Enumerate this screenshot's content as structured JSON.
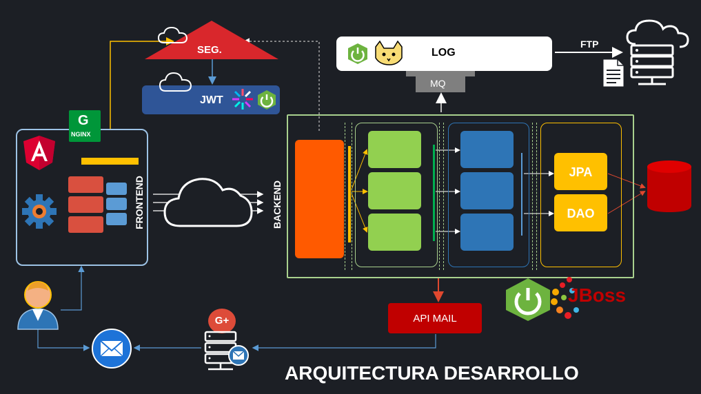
{
  "diagram": {
    "title": "ARQUITECTURA DESARROLLO",
    "security": {
      "label": "SEG.",
      "jwt_label": "JWT"
    },
    "log": {
      "label": "LOG",
      "queue_label": "MQ"
    },
    "ftp": {
      "label": "FTP"
    },
    "frontend": {
      "label": "FRONTEND",
      "nginx_label": "NGINX"
    },
    "backend": {
      "label": "BACKEND",
      "jpa_label": "JPA",
      "dao_label": "DAO",
      "jboss_label": "JBoss"
    },
    "mail": {
      "api_label": "API MAIL",
      "google_label": "G+"
    },
    "icons": [
      "cloud-icon",
      "angular-icon",
      "nginx-icon",
      "gear-icon",
      "spring-boot-icon",
      "tomcat-icon",
      "jwt-icon",
      "server-icon",
      "document-icon",
      "database-icon",
      "user-icon",
      "email-icon",
      "mail-server-icon",
      "jboss-icon"
    ],
    "colors": {
      "background": "#1c1f25",
      "security_red": "#d9272c",
      "jwt_blue": "#2f5597",
      "backend_border": "#a9d18e",
      "controller_orange": "#ff5a00",
      "service_green": "#92d050",
      "repository_blue": "#2e75b6",
      "data_yellow": "#ffc000",
      "database_red": "#c00000",
      "frontend_red": "#d9503f",
      "api_mail_red": "#c00000",
      "spring_green": "#6db33f"
    }
  }
}
